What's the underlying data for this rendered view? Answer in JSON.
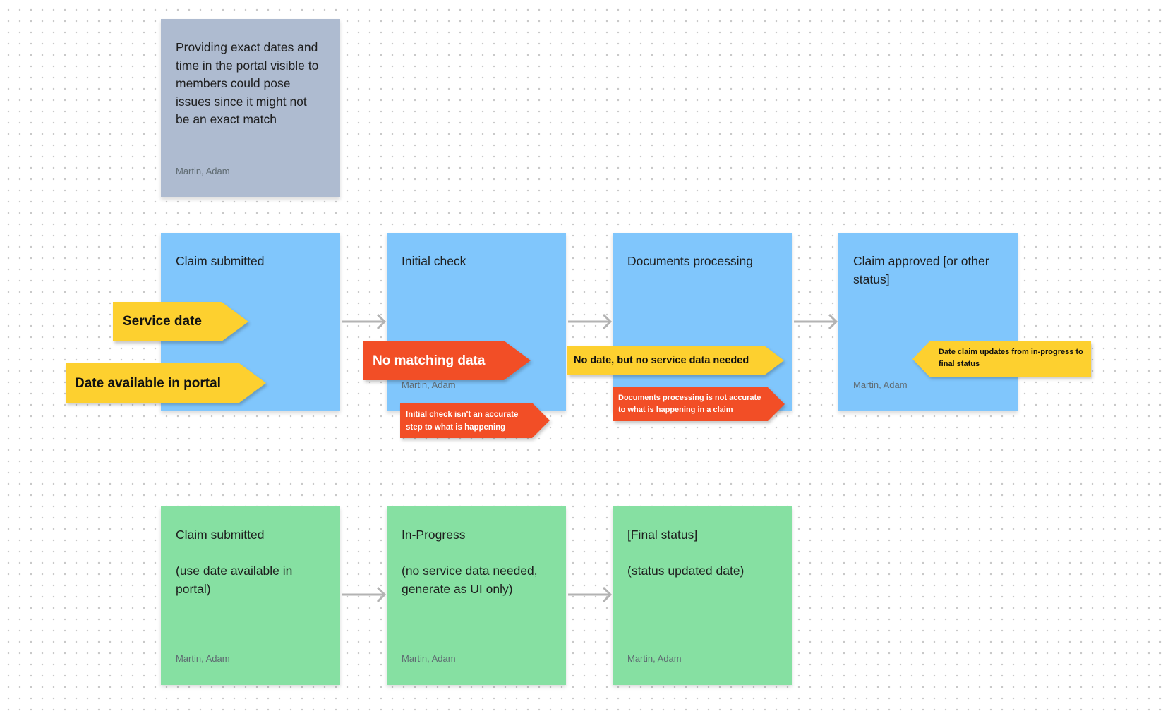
{
  "colors": {
    "blue_note": "#80c6fc",
    "green_note": "#86e0a2",
    "gray_note": "#aebbd0",
    "yellow_tag": "#fdd02f",
    "red_tag": "#f24e26",
    "arrow": "#b3b3b3"
  },
  "notes": {
    "comment": {
      "text": "Providing exact dates and\ntime in the portal visible to\nmembers could pose\nissues since it might not\nbe an exact match",
      "author": "Martin, Adam"
    },
    "current_flow": [
      {
        "text": "Claim submitted",
        "author": ""
      },
      {
        "text": "Initial check",
        "author": "Martin, Adam"
      },
      {
        "text": "Documents processing",
        "author": ""
      },
      {
        "text": "Claim approved [or other\nstatus]",
        "author": "Martin, Adam"
      }
    ],
    "proposed_flow": [
      {
        "text": "Claim submitted\n\n(use date available in\nportal)",
        "author": "Martin, Adam"
      },
      {
        "text": "In-Progress\n\n(no service data needed,\ngenerate as UI only)",
        "author": "Martin, Adam"
      },
      {
        "text": "[Final status]\n\n(status updated date)",
        "author": "Martin, Adam"
      }
    ]
  },
  "tags": {
    "service_date": "Service date",
    "date_available": "Date available in portal",
    "no_matching": "No matching data",
    "initial_check_note": "Initial check isn't an accurate\nstep to what is happening",
    "no_date": "No date, but no service data needed",
    "docs_note": "Documents processing is not accurate\n to what is happening in a claim",
    "date_claim": "Date claim updates from in-progress to\nfinal status"
  }
}
